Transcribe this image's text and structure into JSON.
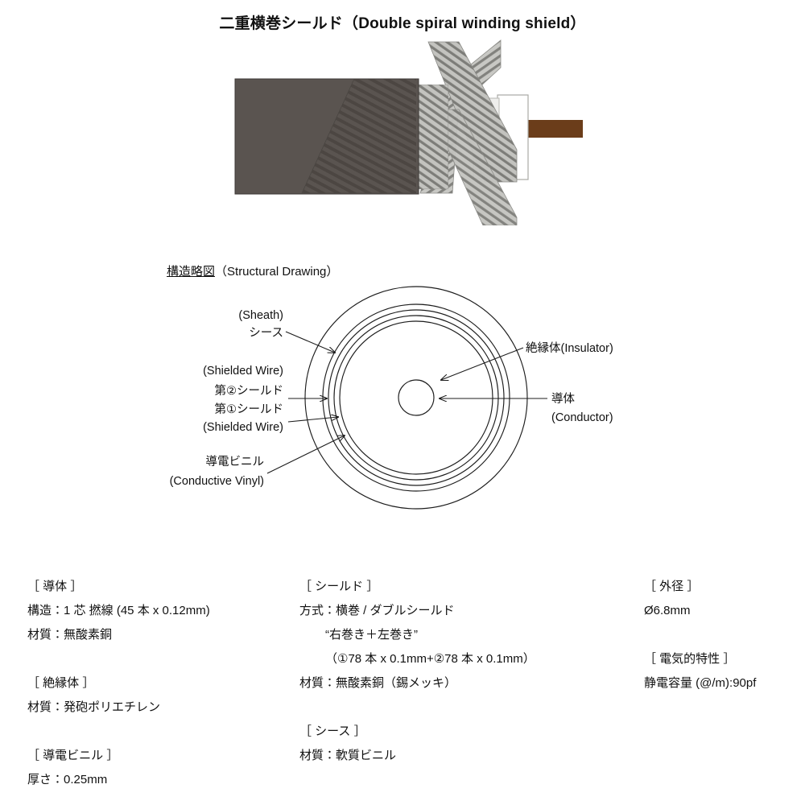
{
  "title": "二重横巻シールド（Double spiral winding shield）",
  "cutaway": {
    "name": "cable-cutaway-illustration",
    "colors": {
      "sheath": "#5a5450",
      "sheath_stripe": "#4b4541",
      "shield_outer": "#b9b9b5",
      "shield_stripe": "#6e6e6a",
      "conductive_vinyl": "#e9e9e7",
      "insulator": "#ffffff",
      "conductor": "#6b3d1a"
    }
  },
  "structural_drawing": {
    "label_jp": "構造略図",
    "label_en": "（Structural Drawing）"
  },
  "cross_section": {
    "labels": {
      "sheath_en": "(Sheath)",
      "sheath_jp": "シース",
      "shield2_en": "(Shielded Wire)",
      "shield2_jp": "第②シールド",
      "shield1_jp": "第①シールド",
      "shield1_en": "(Shielded Wire)",
      "vinyl_jp": "導電ビニル",
      "vinyl_en": "(Conductive Vinyl)",
      "insulator": "絶縁体(Insulator)",
      "conductor_jp": "導体",
      "conductor_en": "(Conductor)"
    }
  },
  "specs": {
    "column1": [
      {
        "type": "head",
        "text": "［ 導体 ］"
      },
      {
        "type": "line",
        "text": "構造：1 芯 撚線 (45 本 x 0.12mm)"
      },
      {
        "type": "line",
        "text": "材質：無酸素銅"
      },
      {
        "type": "gap"
      },
      {
        "type": "head",
        "text": "［ 絶縁体 ］"
      },
      {
        "type": "line",
        "text": "材質：発砲ポリエチレン"
      },
      {
        "type": "gap"
      },
      {
        "type": "head",
        "text": "［ 導電ビニル ］"
      },
      {
        "type": "line",
        "text": "厚さ：0.25mm"
      }
    ],
    "column2": [
      {
        "type": "head",
        "text": "［ シールド ］"
      },
      {
        "type": "line",
        "text": "方式：横巻 / ダブルシールド"
      },
      {
        "type": "indent",
        "text": "“右巻き＋左巻き”"
      },
      {
        "type": "indent",
        "text": "（①78 本 x  0.1mm+②78 本 x 0.1mm）"
      },
      {
        "type": "line",
        "text": "材質：無酸素銅（錫メッキ）"
      },
      {
        "type": "gap"
      },
      {
        "type": "head",
        "text": "［ シース ］"
      },
      {
        "type": "line",
        "text": "材質：軟質ビニル"
      }
    ],
    "column3": [
      {
        "type": "head",
        "text": "［ 外径 ］"
      },
      {
        "type": "line",
        "text": "Ø6.8mm"
      },
      {
        "type": "gap"
      },
      {
        "type": "head",
        "text": "［ 電気的特性 ］"
      },
      {
        "type": "line",
        "text": "静電容量 (@/m):90pf"
      }
    ]
  }
}
